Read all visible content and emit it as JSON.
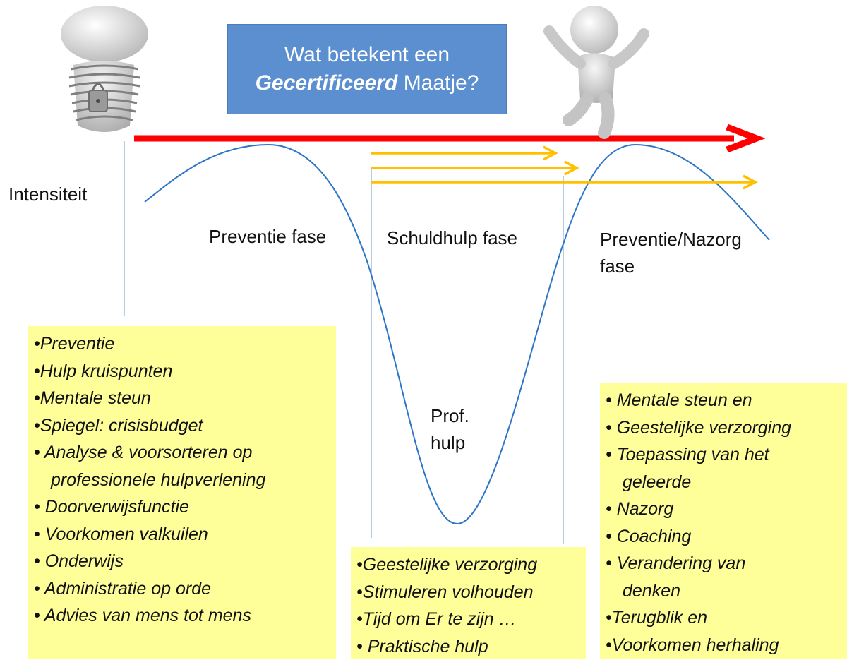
{
  "title": {
    "line1": "Wat betekent een",
    "emphasis": "Gecertificeerd",
    "line2_rest": "Maatje?"
  },
  "labels": {
    "intensity": "Intensiteit",
    "phase_prevention": "Preventie fase",
    "phase_debt": "Schuldhulp fase",
    "phase_aftercare": [
      "Preventie/Nazorg",
      "fase"
    ],
    "prof_help": [
      "Prof.",
      "hulp"
    ]
  },
  "boxes": {
    "prevention": [
      "•Preventie",
      "•Hulp kruispunten",
      "•Mentale steun",
      "•Spiegel: crisisbudget",
      "• Analyse & voorsorteren op",
      "professionele hulpverlening",
      "• Doorverwijsfunctie",
      "• Voorkomen valkuilen",
      "• Onderwijs",
      "• Administratie op orde",
      "• Advies van mens tot mens"
    ],
    "debt_help": [
      "•Geestelijke verzorging",
      "•Stimuleren volhouden",
      "•Tijd  om Er te zijn …",
      "• Praktische hulp"
    ],
    "aftercare": [
      "• Mentale steun en",
      "• Geestelijke verzorging",
      "• Toepassing van het",
      "geleerde",
      "• Nazorg",
      "• Coaching",
      "• Verandering van",
      "denken",
      "•Terugblik en",
      "•Voorkomen herhaling"
    ]
  },
  "colors": {
    "title_bg": "#5b8fd0",
    "main_arrow": "#ff0000",
    "sub_arrows": "#ffc000",
    "curve": "#2e75c6",
    "note_bg": "#ffff99"
  },
  "icons": [
    "locked-person-icon",
    "jumping-person-icon"
  ]
}
